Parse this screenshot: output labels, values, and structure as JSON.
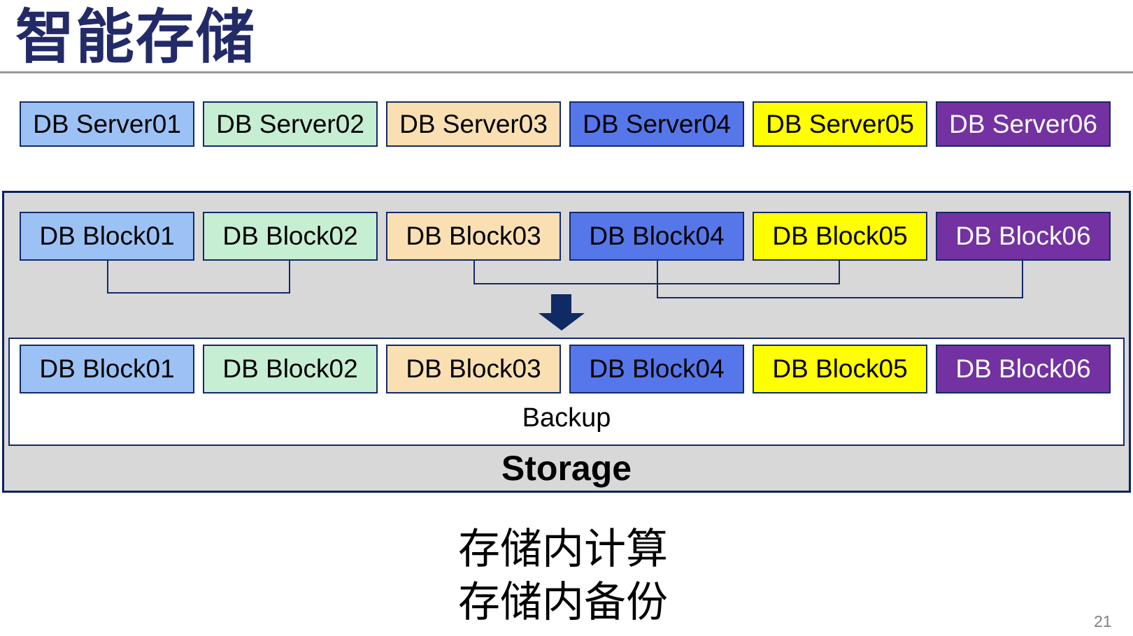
{
  "slide": {
    "title": "智能存储",
    "page_number": "21",
    "captions": [
      "存储内计算",
      "存储内备份"
    ]
  },
  "palette": {
    "box_fills": [
      "#9CC2F5",
      "#C6EED3",
      "#F9DFB2",
      "#5577EA",
      "#FFFF00",
      "#7331A1"
    ],
    "box_text_colors": [
      "#000000",
      "#000000",
      "#000000",
      "#000000",
      "#000000",
      "#FFFFFF"
    ],
    "border_navy": "#14296A",
    "container_gray": "#D8D8D8",
    "title_navy": "#222A68",
    "arrow_navy": "#102A63",
    "divider_gray": "#9A9A9A",
    "page_number_gray": "#808080"
  },
  "servers": {
    "labels": [
      "DB Server01",
      "DB Server02",
      "DB Server03",
      "DB Server04",
      "DB Server05",
      "DB Server06"
    ]
  },
  "storage_unit": {
    "top_blocks": [
      "DB Block01",
      "DB Block02",
      "DB Block03",
      "DB Block04",
      "DB Block05",
      "DB Block06"
    ],
    "backup_label": "Backup",
    "storage_label": "Storage",
    "bottom_blocks": [
      "DB Block01",
      "DB Block02",
      "DB Block03",
      "DB Block04",
      "DB Block05",
      "DB Block06"
    ]
  }
}
